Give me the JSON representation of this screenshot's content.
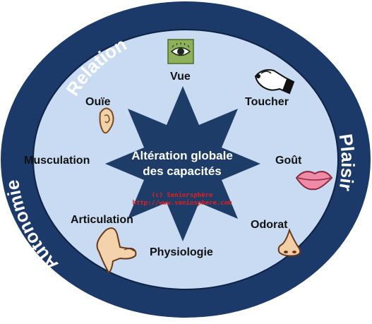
{
  "ring_labels": {
    "top": "Relation",
    "right": "Plaisir",
    "left": "Autonomie"
  },
  "center": {
    "line1": "Altération globale",
    "line2": "des capacités"
  },
  "copyright": {
    "line1": "(c) Seniorsphère",
    "line2": "http://www.seniosphere.com"
  },
  "senses": {
    "vue": "Vue",
    "toucher": "Toucher",
    "gout": "Goût",
    "odorat": "Odorat",
    "physiologie": "Physiologie",
    "articulation": "Articulation",
    "musculation": "Musculation",
    "ouie": "Ouïe"
  },
  "colors": {
    "ring": "#1b3a69",
    "disc": "#c9dbf2",
    "star": "#1e3c68",
    "copyright": "#e02020"
  }
}
